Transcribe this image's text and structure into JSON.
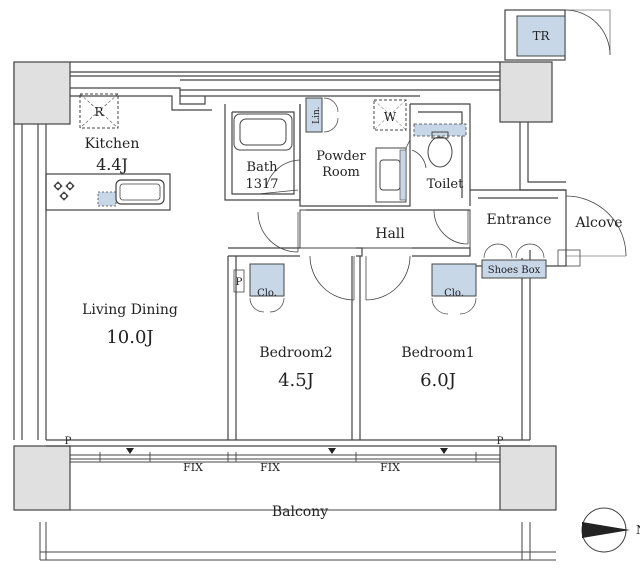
{
  "colors": {
    "wall": "#444444",
    "wall_fill": "#d9d9d9",
    "fixture": "#c7d7e8",
    "line": "#333333",
    "background": "#ffffff"
  },
  "rooms": {
    "kitchen": {
      "name": "Kitchen",
      "size": "4.4J"
    },
    "living": {
      "name": "Living Dining",
      "size": "10.0J"
    },
    "bath": {
      "name": "Bath",
      "size": "1317"
    },
    "powder": {
      "line1": "Powder",
      "line2": "Room"
    },
    "toilet": {
      "name": "Toilet"
    },
    "hall": {
      "name": "Hall"
    },
    "entrance": {
      "name": "Entrance"
    },
    "alcove": {
      "name": "Alcove"
    },
    "bedroom2": {
      "name": "Bedroom2",
      "size": "4.5J"
    },
    "bedroom1": {
      "name": "Bedroom1",
      "size": "6.0J"
    },
    "balcony": {
      "name": "Balcony"
    }
  },
  "fixtures": {
    "tr": "TR",
    "refrigerator": "R",
    "washer": "W",
    "linen": "Lin.",
    "closet_a": "Clo.",
    "closet_b": "Clo.",
    "shoes_box": "Shoes Box",
    "pipe_a": "P",
    "pipe_b": "P",
    "pipe_c": "P",
    "fix_a": "FIX",
    "fix_b": "FIX",
    "fix_c": "FIX"
  },
  "compass": {
    "label": "N"
  }
}
